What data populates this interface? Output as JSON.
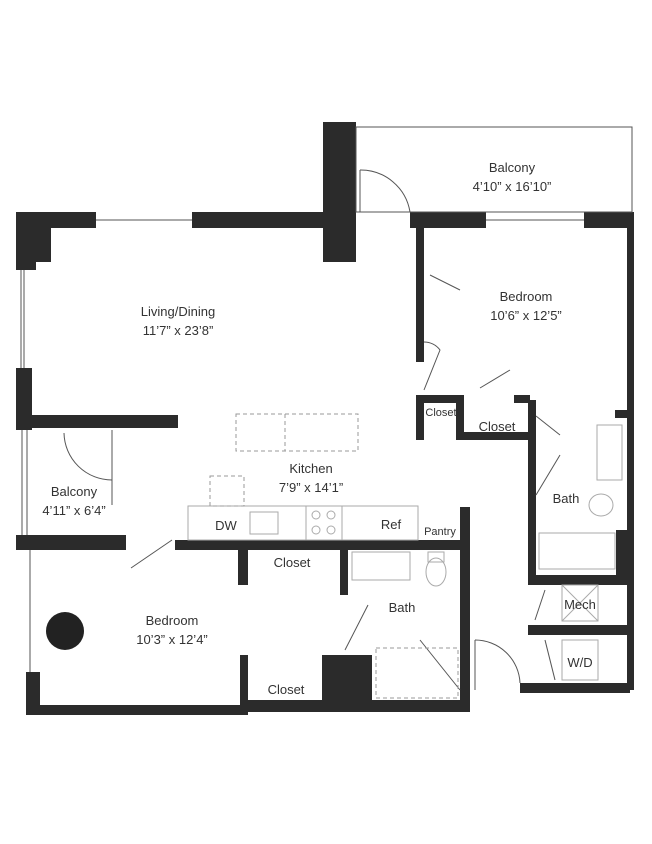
{
  "rooms": {
    "balcony_top": {
      "name": "Balcony",
      "dims": "4’10” x 16’10”"
    },
    "bedroom_right": {
      "name": "Bedroom",
      "dims": "10’6” x 12’5”"
    },
    "living": {
      "name": "Living/Dining",
      "dims": "11’7” x 23’8”"
    },
    "kitchen": {
      "name": "Kitchen",
      "dims": "7’9” x 14’1”"
    },
    "balcony_left": {
      "name": "Balcony",
      "dims": "4’11” x 6’4”"
    },
    "bedroom_left": {
      "name": "Bedroom",
      "dims": "10’3” x 12’4”"
    },
    "bath_right": {
      "name": "Bath"
    },
    "bath_center": {
      "name": "Bath"
    }
  },
  "labels": {
    "closet_a": "Closet",
    "closet_b": "Closet",
    "closet_c": "Closet",
    "closet_d": "Closet",
    "dw": "DW",
    "ref": "Ref",
    "pantry": "Pantry",
    "mech": "Mech",
    "wd": "W/D"
  },
  "colors": {
    "wall": "#2b2b2b"
  }
}
